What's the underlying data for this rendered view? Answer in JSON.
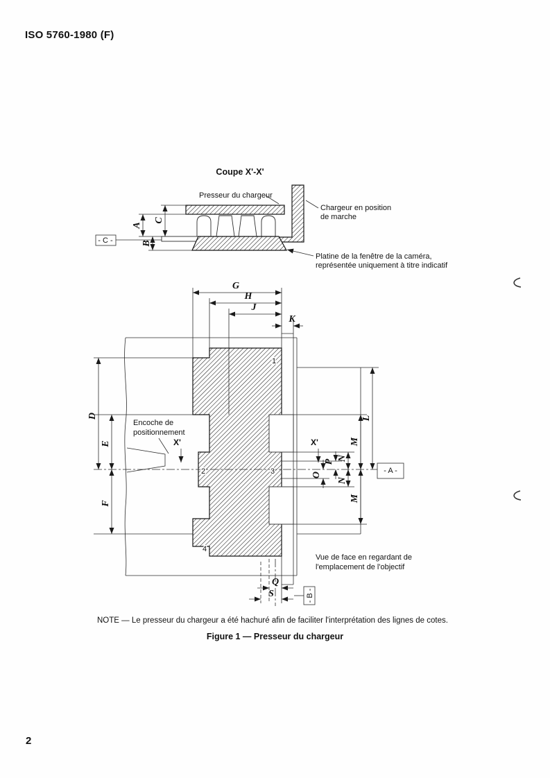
{
  "page": {
    "header": "ISO 5760-1980 (F)",
    "page_number": "2",
    "note": "NOTE — Le presseur du chargeur a été hachuré afin de faciliter l'interprétation des lignes de cotes.",
    "figure_caption": "Figure 1 — Presseur du chargeur"
  },
  "section_view": {
    "title": "Coupe X'-X'",
    "labels": {
      "presseur": "Presseur du chargeur",
      "chargeur_line1": "Chargeur en position",
      "chargeur_line2": "de marche",
      "platine_line1": "Platine de la fenêtre de la caméra,",
      "platine_line2": "représentée uniquement à titre indicatif"
    },
    "dims": {
      "a": "A",
      "b": "B",
      "c": "C"
    },
    "datum_c": "- C -"
  },
  "front_view": {
    "labels": {
      "encoche_line1": "Encoche de",
      "encoche_line2": "positionnement",
      "vue_line1": "Vue de face en regardant de",
      "vue_line2": "l'emplacement de l'objectif"
    },
    "dims": {
      "g": "G",
      "h": "H",
      "j": "J",
      "k": "K",
      "d": "D",
      "e": "E",
      "f": "F",
      "l": "L",
      "m_upper": "M",
      "n_upper": "N",
      "p": "P",
      "o": "O",
      "n_lower": "N",
      "m_lower": "M",
      "q": "Q",
      "s": "S"
    },
    "datum_a": "- A -",
    "datum_b": "- B -",
    "section_marker": "X'",
    "part_numbers": {
      "n1": "1",
      "n2": "2",
      "n3": "3",
      "n4": "4"
    }
  }
}
